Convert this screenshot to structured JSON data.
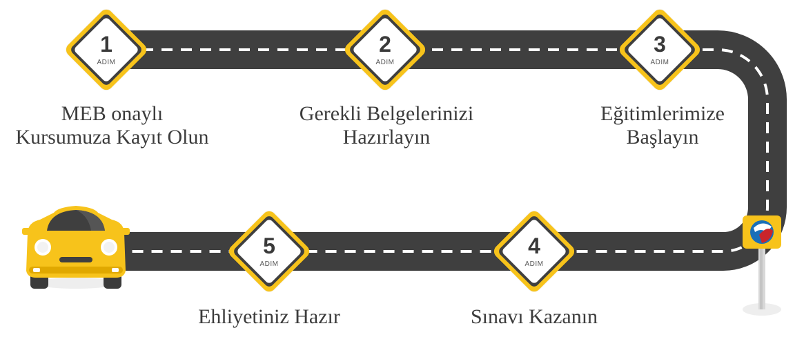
{
  "colors": {
    "road": "#3f3f3f",
    "road_line": "#ffffff",
    "accent": "#f7c31b",
    "text": "#3c3c3c"
  },
  "steps": [
    {
      "number": "1",
      "unit": "ADIM",
      "title_line1": "MEB onaylı",
      "title_line2": "Kursumuza Kayıt Olun"
    },
    {
      "number": "2",
      "unit": "ADIM",
      "title_line1": "Gerekli Belgelerinizi",
      "title_line2": "Hazırlayın"
    },
    {
      "number": "3",
      "unit": "ADIM",
      "title_line1": "Eğitimlerimize",
      "title_line2": "Başlayın"
    },
    {
      "number": "4",
      "unit": "ADIM",
      "title_line1": "Sınavı Kazanın",
      "title_line2": ""
    },
    {
      "number": "5",
      "unit": "ADIM",
      "title_line1": "Ehliyetiniz Hazır",
      "title_line2": ""
    }
  ],
  "icons": {
    "car": "yellow-car-icon",
    "sign": "finish-sign-logo-icon"
  }
}
